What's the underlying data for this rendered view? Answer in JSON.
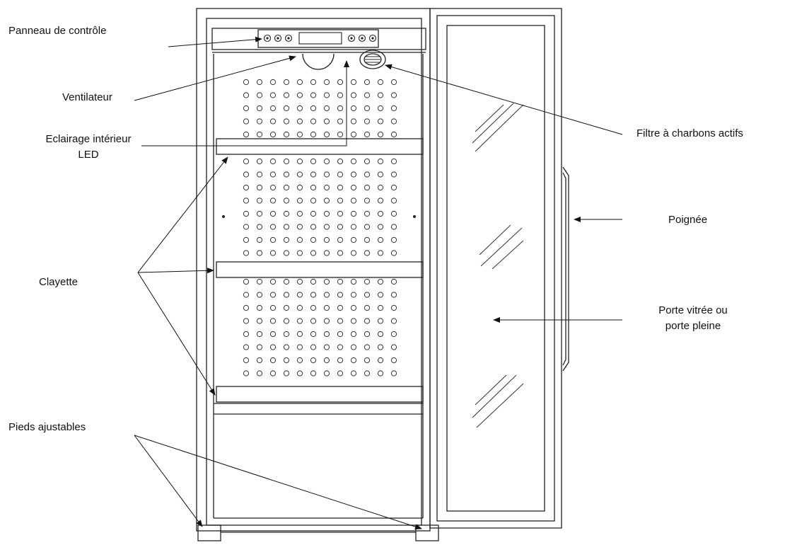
{
  "labels": {
    "control_panel": "Panneau de contrôle",
    "fan": "Ventilateur",
    "lighting_line1": "Eclairage intérieur",
    "lighting_line2": "LED",
    "carbon_filter": "Filtre à charbons actifs",
    "handle": "Poignée",
    "shelf": "Clayette",
    "door_line1": "Porte vitrée ou",
    "door_line2": "porte pleine",
    "feet": "Pieds ajustables"
  }
}
